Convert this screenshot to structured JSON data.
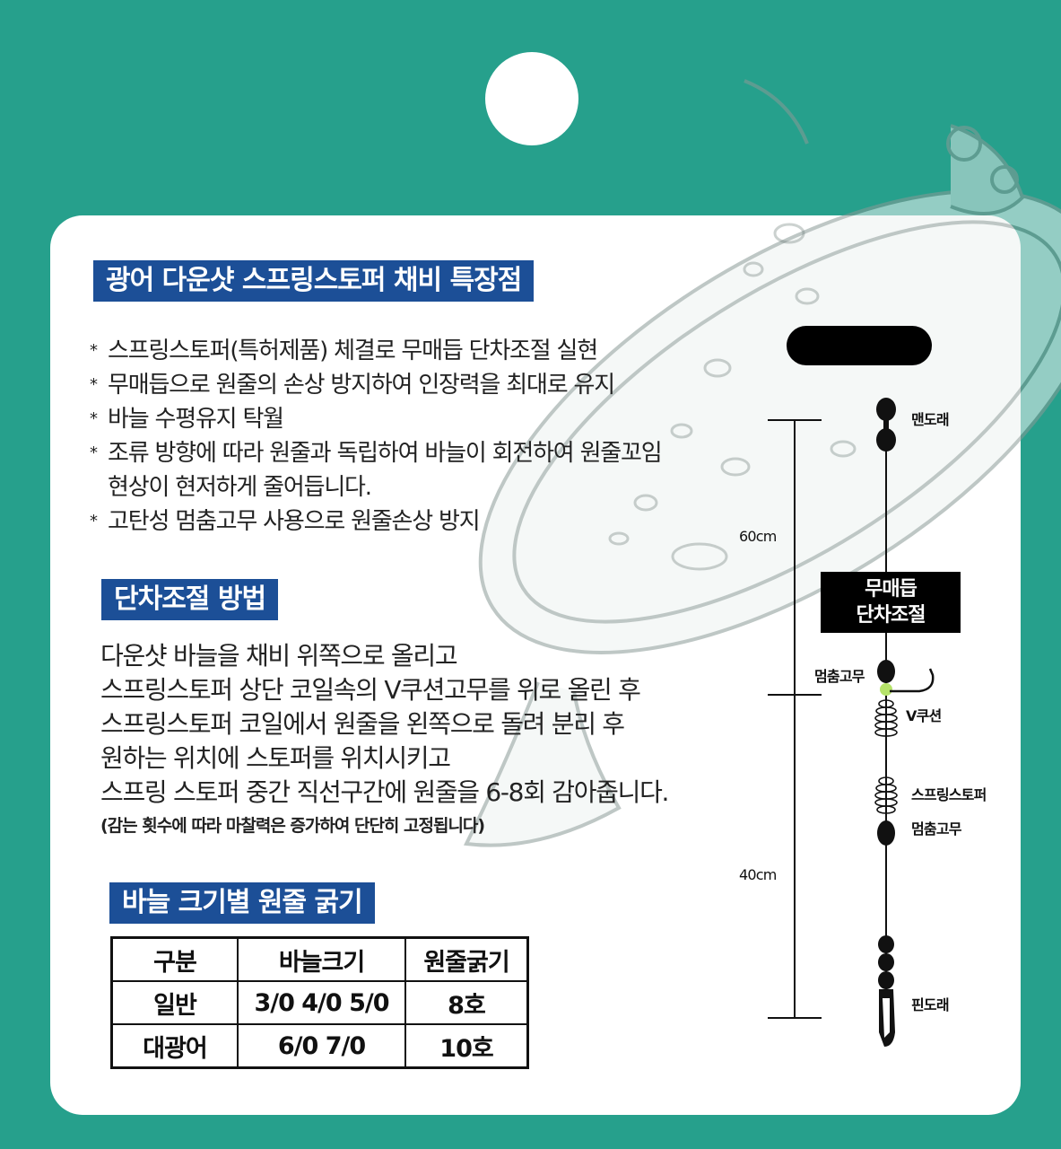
{
  "section1": {
    "title": "광어 다운샷 스프링스토퍼 채비 특장점",
    "bullet_symbol": "*",
    "items": [
      "스프링스토퍼(특허제품) 체결로 무매듭 단차조절 실현",
      "무매듭으로 원줄의 손상 방지하여 인장력을 최대로 유지",
      "바늘 수평유지 탁월",
      "조류 방향에 따라 원줄과 독립하여 바늘이 회전하여 원줄꼬임",
      "고탄성 멈춤고무 사용으로 원줄손상 방지"
    ],
    "item4_continuation": "현상이  현저하게 줄어듭니다."
  },
  "section2": {
    "title": "단차조절 방법",
    "lines": [
      "다운샷 바늘을 채비 위쪽으로 올리고",
      "스프링스토퍼 상단 코일속의 V쿠션고무를 위로 올린 후",
      "스프링스토퍼 코일에서 원줄을 왼쪽으로 돌려 분리 후",
      "원하는 위치에 스토퍼를 위치시키고",
      "스프링 스토퍼 중간 직선구간에 원줄을 6-8회 감아줍니다."
    ],
    "note": "(감는 횟수에 따라 마찰력은 증가하여 단단히 고정됩니다)"
  },
  "section3": {
    "title": "바늘 크기별 원줄 굵기",
    "headers": [
      "구분",
      "바늘크기",
      "원줄굵기"
    ],
    "rows": [
      [
        "일반",
        "3/0 4/0 5/0",
        "8호"
      ],
      [
        "대광어",
        "6/0 7/0",
        "10호"
      ]
    ]
  },
  "diagram": {
    "label_top_swivel": "맨도래",
    "measure_upper": "60cm",
    "box_label_line1": "무매듭",
    "box_label_line2": "단차조절",
    "label_stopper_upper": "멈춤고무",
    "label_v_cushion": "V쿠션",
    "label_spring_stopper": "스프링스토퍼",
    "label_stopper_lower": "멈춤고무",
    "measure_lower": "40cm",
    "label_pin_swivel": "핀도래"
  },
  "colors": {
    "background": "#26a08c",
    "title_bar": "#1c4f97",
    "v_cushion": "#b6e36a"
  }
}
